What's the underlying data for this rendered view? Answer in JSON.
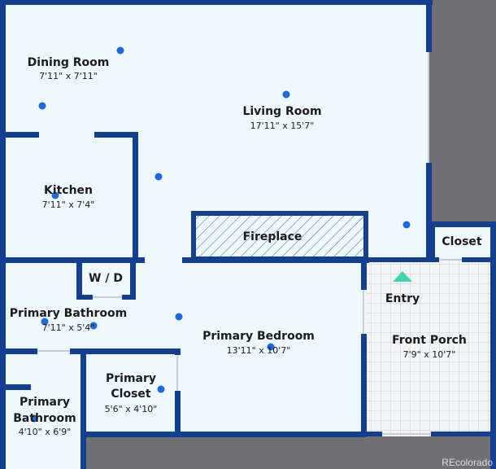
{
  "rooms": {
    "dining_room": {
      "name": "Dining Room",
      "dims": "7'11\" x 7'11\""
    },
    "living_room": {
      "name": "Living Room",
      "dims": "17'11\" x 15'7\""
    },
    "kitchen": {
      "name": "Kitchen",
      "dims": "7'11\" x 7'4\""
    },
    "fireplace": {
      "name": "Fireplace"
    },
    "closet": {
      "name": "Closet"
    },
    "wd": {
      "name": "W / D"
    },
    "entry": {
      "name": "Entry"
    },
    "primary_bathroom_1": {
      "name": "Primary Bathroom",
      "dims": "7'11\" x 5'4\""
    },
    "primary_bedroom": {
      "name": "Primary Bedroom",
      "dims": "13'11\" x 10'7\""
    },
    "front_porch": {
      "name": "Front Porch",
      "dims": "7'9\" x 10'7\""
    },
    "primary_closet": {
      "name_line1": "Primary",
      "name_line2": "Closet",
      "dims": "5'6\" x 4'10\""
    },
    "primary_bathroom_2": {
      "name_line1": "Primary",
      "name_line2": "Bathroom",
      "dims": "4'10\" x 6'9\""
    }
  },
  "watermark": "REcolorado",
  "colors": {
    "wall": "#123f8f",
    "floor": "#eef8fd",
    "background": "#707074",
    "marker": "#1a6ae0",
    "entry_marker": "#3ed6b0",
    "hatch": "#5d7a90"
  }
}
